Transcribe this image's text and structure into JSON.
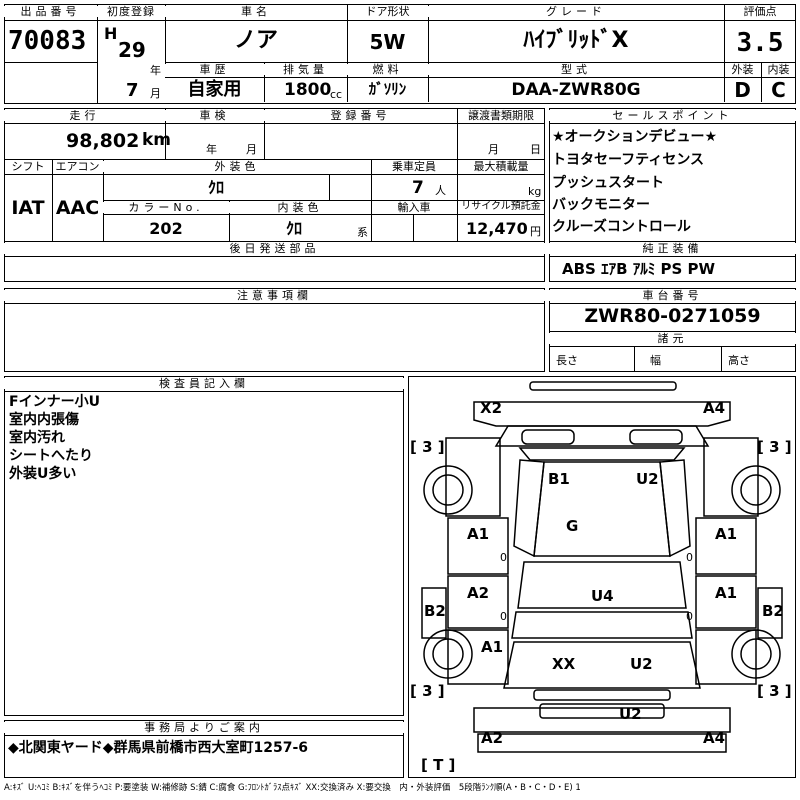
{
  "header": {
    "lot_label": "出品番号",
    "lot_value": "70083",
    "reg_label": "初度登録",
    "reg_era": "H",
    "reg_year": "29",
    "reg_year_unit": "年",
    "reg_month": "7",
    "reg_month_unit": "月",
    "name_label": "車名",
    "name_value": "ノア",
    "door_label": "ドア形状",
    "door_value": "5W",
    "grade_label": "グレード",
    "grade_value": "ﾊｲﾌﾞﾘｯﾄﾞX",
    "score_label": "評価点",
    "score_value": "3.5",
    "history_label": "車歴",
    "history_value": "自家用",
    "cc_label": "排気量",
    "cc_value": "1800",
    "cc_unit": "cc",
    "fuel_label": "燃料",
    "fuel_value": "ｶﾞｿﾘﾝ",
    "model_label": "型式",
    "model_value": "DAA-ZWR80G",
    "ext_label": "外装",
    "ext_value": "D",
    "int_label": "内装",
    "int_value": "C"
  },
  "row2": {
    "km_label": "走行",
    "km_value": "98,802",
    "km_unit": "km",
    "inspect_label": "車検",
    "inspect_year": "年",
    "inspect_month": "月",
    "plate_label": "登録番号",
    "transfer_label": "譲渡書類期限",
    "transfer_month": "月",
    "transfer_day": "日",
    "shift_label": "シフト",
    "shift_value": "IAT",
    "ac_label": "エアコン",
    "ac_value": "AAC",
    "color_label": "外装色",
    "color_value": "ｸﾛ",
    "seats_label": "乗車定員",
    "seats_value": "7",
    "seats_unit": "人",
    "load_label": "最大積載量",
    "load_unit": "kg",
    "color_no_label": "カラーNo.",
    "color_no_value": "202",
    "int_color_label": "内装色",
    "int_color_value": "ｸﾛ",
    "int_color_unit": "系",
    "import_label": "輸入車",
    "recycle_label": "リサイクル預託金",
    "recycle_value": "12,470",
    "recycle_unit": "円",
    "later_label": "後日発送部品"
  },
  "sales": {
    "label": "セールスポイント",
    "items": [
      "★オークションデビュー★",
      "トヨタセーフティセンス",
      "プッシュスタート",
      "バックモニター",
      "クルーズコントロール"
    ]
  },
  "equipment": {
    "label": "純正装備",
    "value": "ABS ｴｱB ｱﾙﾐ PS PW"
  },
  "notes": {
    "label": "注意事項欄"
  },
  "chassis": {
    "label": "車台番号",
    "value": "ZWR80-0271059",
    "dims_label": "諸元",
    "length_label": "長さ",
    "width_label": "幅",
    "height_label": "高さ"
  },
  "inspector": {
    "label": "検査員記入欄",
    "lines": [
      "Fインナー小U",
      "室内内張傷",
      "室内汚れ",
      "シートへたり",
      "外装U多い"
    ]
  },
  "office": {
    "label": "事務局よりご案内",
    "value": "◆北関東ヤード◆群馬県前橋市西大室町1257-6"
  },
  "legend": "A:ｷｽﾞ U:ﾍｺﾐ B:ｷｽﾞを伴うﾍｺﾐ P:要塗装 W:補修跡 S:錆 C:腐食 G:ﾌﾛﾝﾄｶﾞﾗｽ点ｷｽﾞ XX:交換済み X:要交換　内・外装評価　5段階ﾗﾝｸ順(A・B・C・D・E) 1",
  "diagram": {
    "marks": {
      "x2": "X2",
      "a4_top": "A4",
      "b1": "B1",
      "u2_roof": "U2",
      "g": "G",
      "a1_lf": "A1",
      "a1_rf": "A1",
      "a2_lr": "A2",
      "a1_rr": "A1",
      "u4": "U4",
      "b2_l": "B2",
      "b2_r": "B2",
      "a1_lb": "A1",
      "xx": "XX",
      "u2_back": "U2",
      "u2_bumper": "U2",
      "a2_bottom": "A2",
      "a4_bottom": "A4",
      "zero1": "0",
      "zero2": "0",
      "zero3": "0",
      "zero4": "0"
    },
    "tires": {
      "tl": "[ 3 ]",
      "tr": "[ 3 ]",
      "bl": "[ 3 ]",
      "br": "[ 3 ]",
      "spare": "[ T ]"
    }
  }
}
